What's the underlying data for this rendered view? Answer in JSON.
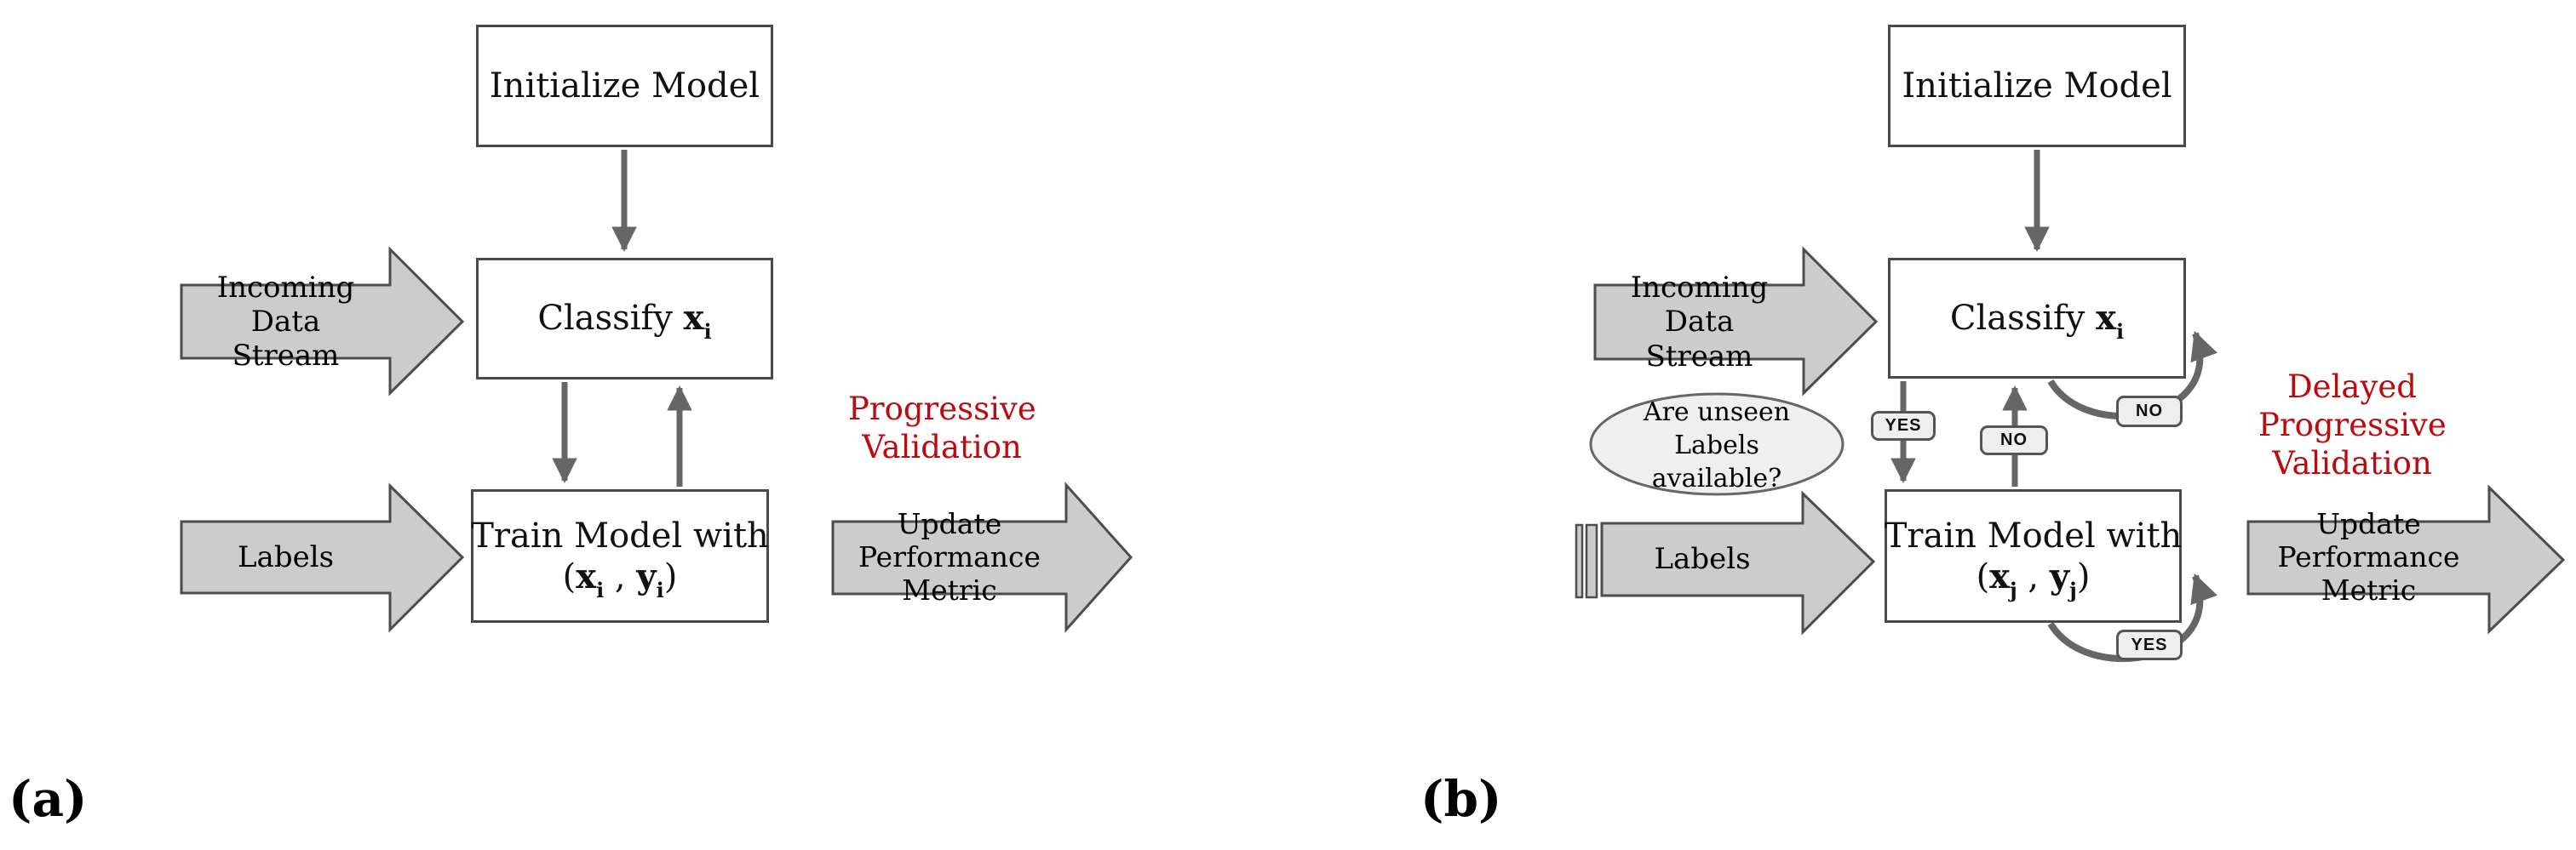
{
  "figure": {
    "caption_a": "(a)",
    "caption_b": "(b)"
  },
  "palette": {
    "red_label": "#bd0a0e",
    "block_arrow_fill": "#cccccc",
    "block_arrow_stroke": "#4d4d4d",
    "connector_gray": "#666666",
    "box_border": "#4a4a4a",
    "badge_fill": "#eeeeee",
    "ellipse_fill": "#efefef"
  },
  "diagram_a": {
    "initialize_box": "Initialize Model",
    "classify_box": {
      "prefix": "Classify ",
      "var": "x",
      "sub": "i"
    },
    "train_box": {
      "line1": "Train Model with",
      "parts": [
        "(",
        "x",
        "i",
        " , ",
        "y",
        "i",
        ")"
      ]
    },
    "incoming_arrow": {
      "line1": "Incoming Data",
      "line2": "Stream"
    },
    "labels_arrow": "Labels",
    "validation_label": {
      "line1": "Progressive",
      "line2": "Validation"
    },
    "update_arrow": {
      "line1": "Update",
      "line2": "Performance Metric"
    }
  },
  "diagram_b": {
    "initialize_box": "Initialize Model",
    "classify_box": {
      "prefix": "Classify ",
      "var": "x",
      "sub": "i"
    },
    "decision_ellipse": {
      "line1": "Are unseen Labels",
      "line2": "available?"
    },
    "badges": {
      "yes_branch": "YES",
      "no_branch": "NO",
      "classify_loop": "NO",
      "train_loop": "YES"
    },
    "train_box": {
      "line1": "Train Model with",
      "parts": [
        "(",
        "x",
        "j",
        " , ",
        "y",
        "j",
        ")"
      ]
    },
    "incoming_arrow": {
      "line1": "Incoming Data",
      "line2": "Stream"
    },
    "labels_arrow": "Labels",
    "validation_label": {
      "line1": "Delayed",
      "line2": "Progressive",
      "line3": "Validation"
    },
    "update_arrow": {
      "line1": "Update",
      "line2": "Performance Metric"
    }
  }
}
